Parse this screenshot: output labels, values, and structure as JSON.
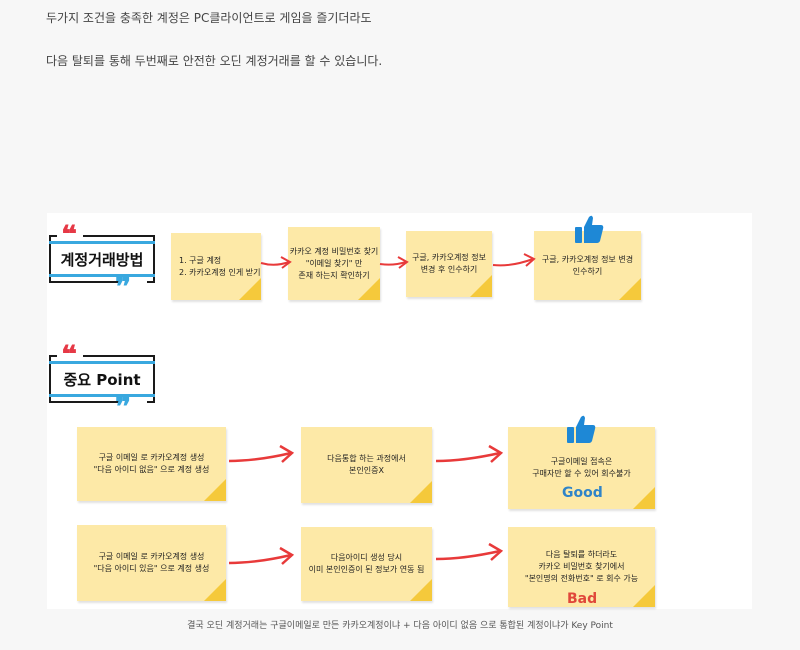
{
  "article": {
    "paragraph_1": "두가지 조건을 충족한 계정은 PC클라이언트로 게임을 즐기더라도",
    "paragraph_2": "다음 탈퇴를 통해 두번째로 안전한 오딘 계정거래를 할 수 있습니다."
  },
  "figure": {
    "section_1_title": "계정거래방법",
    "section_2_title": "중요 Point",
    "steps": [
      [
        "1. 구글 계정",
        "2. 카카오계정 인게 받기"
      ],
      [
        "카카오 계정 비밀번호 찾기",
        "\"이메일 찾기\" 만",
        "존재 하는지 확인하기"
      ],
      [
        "구글, 카카오계정 정보",
        "변경 후 인수하기"
      ],
      [
        "구글, 카카오계정 정보 변경",
        "인수하기"
      ]
    ],
    "good_row": [
      [
        "구글 이메일 로 카카오계정 생성",
        "\"다음 아이디 없음\" 으로 계정 생성"
      ],
      [
        "다음통합 하는 과정에서",
        "본인인증X"
      ],
      [
        "구글이메일 접속은",
        "구매자만 할 수 있어  회수불가"
      ]
    ],
    "bad_row": [
      [
        "구글 이메일 로 카카오계정 생성",
        "\"다음 아이디 있음\" 으로 계정 생성"
      ],
      [
        "다음아이디 생성 당시",
        "이미 본인인증이 된 정보가 연동 됨"
      ],
      [
        "다음 탈퇴를 하더라도",
        "카카오 비밀번호 찾기에서",
        "\"본인명의 전화번호\" 로 회수 가능"
      ]
    ],
    "good_label": "Good",
    "bad_label": "Bad",
    "caption": "결국 오딘 계정거래는 구글이메일로 만든 카카오계정이냐 + 다음 아이디 없음 으로 통합된 계정이냐가 Key Point"
  },
  "colors": {
    "note": "#fde9a7",
    "note_fold": "#f5c93b",
    "arrow": "#e83a3a",
    "accent_blue": "#39a8df",
    "accent_red": "#e63946",
    "thumb": "#1e88d6"
  },
  "icons": [
    "quote-open-icon",
    "quote-close-icon",
    "thumbs-up-icon",
    "red-arrow-icon"
  ]
}
